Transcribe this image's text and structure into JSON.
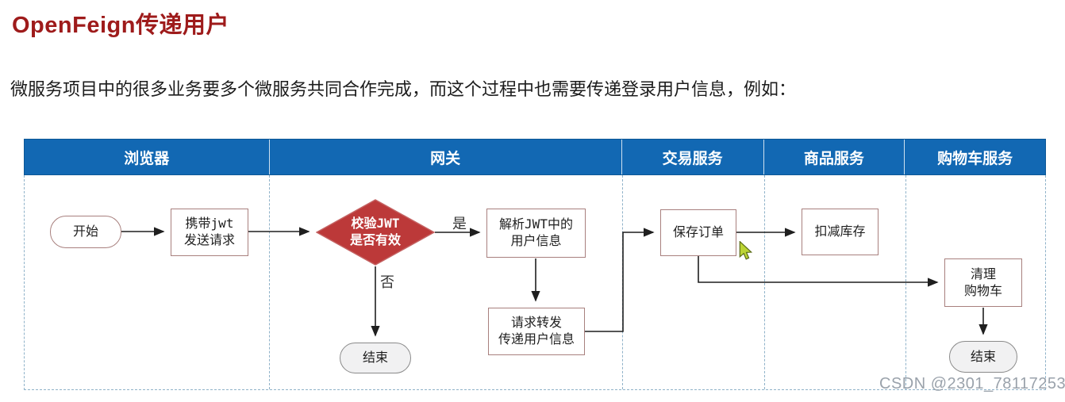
{
  "page": {
    "title": "OpenFeign传递用户",
    "subtitle": "微服务项目中的很多业务要多个微服务共同合作完成，而这个过程中也需要传递登录用户信息，例如："
  },
  "swimlanes": {
    "lanes": [
      "浏览器",
      "网关",
      "交易服务",
      "商品服务",
      "购物车服务"
    ]
  },
  "diagram": {
    "nodes": {
      "start": {
        "type": "terminator",
        "lane": "浏览器",
        "lines": [
          "开始"
        ]
      },
      "carry_jwt": {
        "type": "process",
        "lane": "浏览器",
        "lines": [
          "携带jwt",
          "发送请求"
        ]
      },
      "verify_jwt": {
        "type": "decision",
        "lane": "网关",
        "lines": [
          "校验JWT",
          "是否有效"
        ]
      },
      "parse_jwt": {
        "type": "process",
        "lane": "网关",
        "lines": [
          "解析JWT中的",
          "用户信息"
        ]
      },
      "forward_request": {
        "type": "process",
        "lane": "网关",
        "lines": [
          "请求转发",
          "传递用户信息"
        ]
      },
      "end_gateway": {
        "type": "terminator",
        "lane": "网关",
        "lines": [
          "结束"
        ]
      },
      "save_order": {
        "type": "process",
        "lane": "交易服务",
        "lines": [
          "保存订单"
        ]
      },
      "deduct_stock": {
        "type": "process",
        "lane": "商品服务",
        "lines": [
          "扣减库存"
        ]
      },
      "clear_cart": {
        "type": "process",
        "lane": "购物车服务",
        "lines": [
          "清理",
          "购物车"
        ]
      },
      "end_cart": {
        "type": "terminator",
        "lane": "购物车服务",
        "lines": [
          "结束"
        ]
      }
    },
    "edge_labels": {
      "yes": "是",
      "no": "否"
    }
  },
  "colors": {
    "title_text": "#9e1b1b",
    "lane_header_bg": "#1268b3",
    "lane_header_text": "#ffffff",
    "lane_border_dashed": "#8fb2c9",
    "shape_border": "#a8807e",
    "decision_fill": "#bc3939",
    "decision_text": "#ffffff",
    "end_fill": "#f1f1f2",
    "arrow": "#1f1f1f",
    "watermark_text": "#9aa2ab",
    "cursor_fill": "#bcd434"
  },
  "watermark": "CSDN @2301_78117253"
}
